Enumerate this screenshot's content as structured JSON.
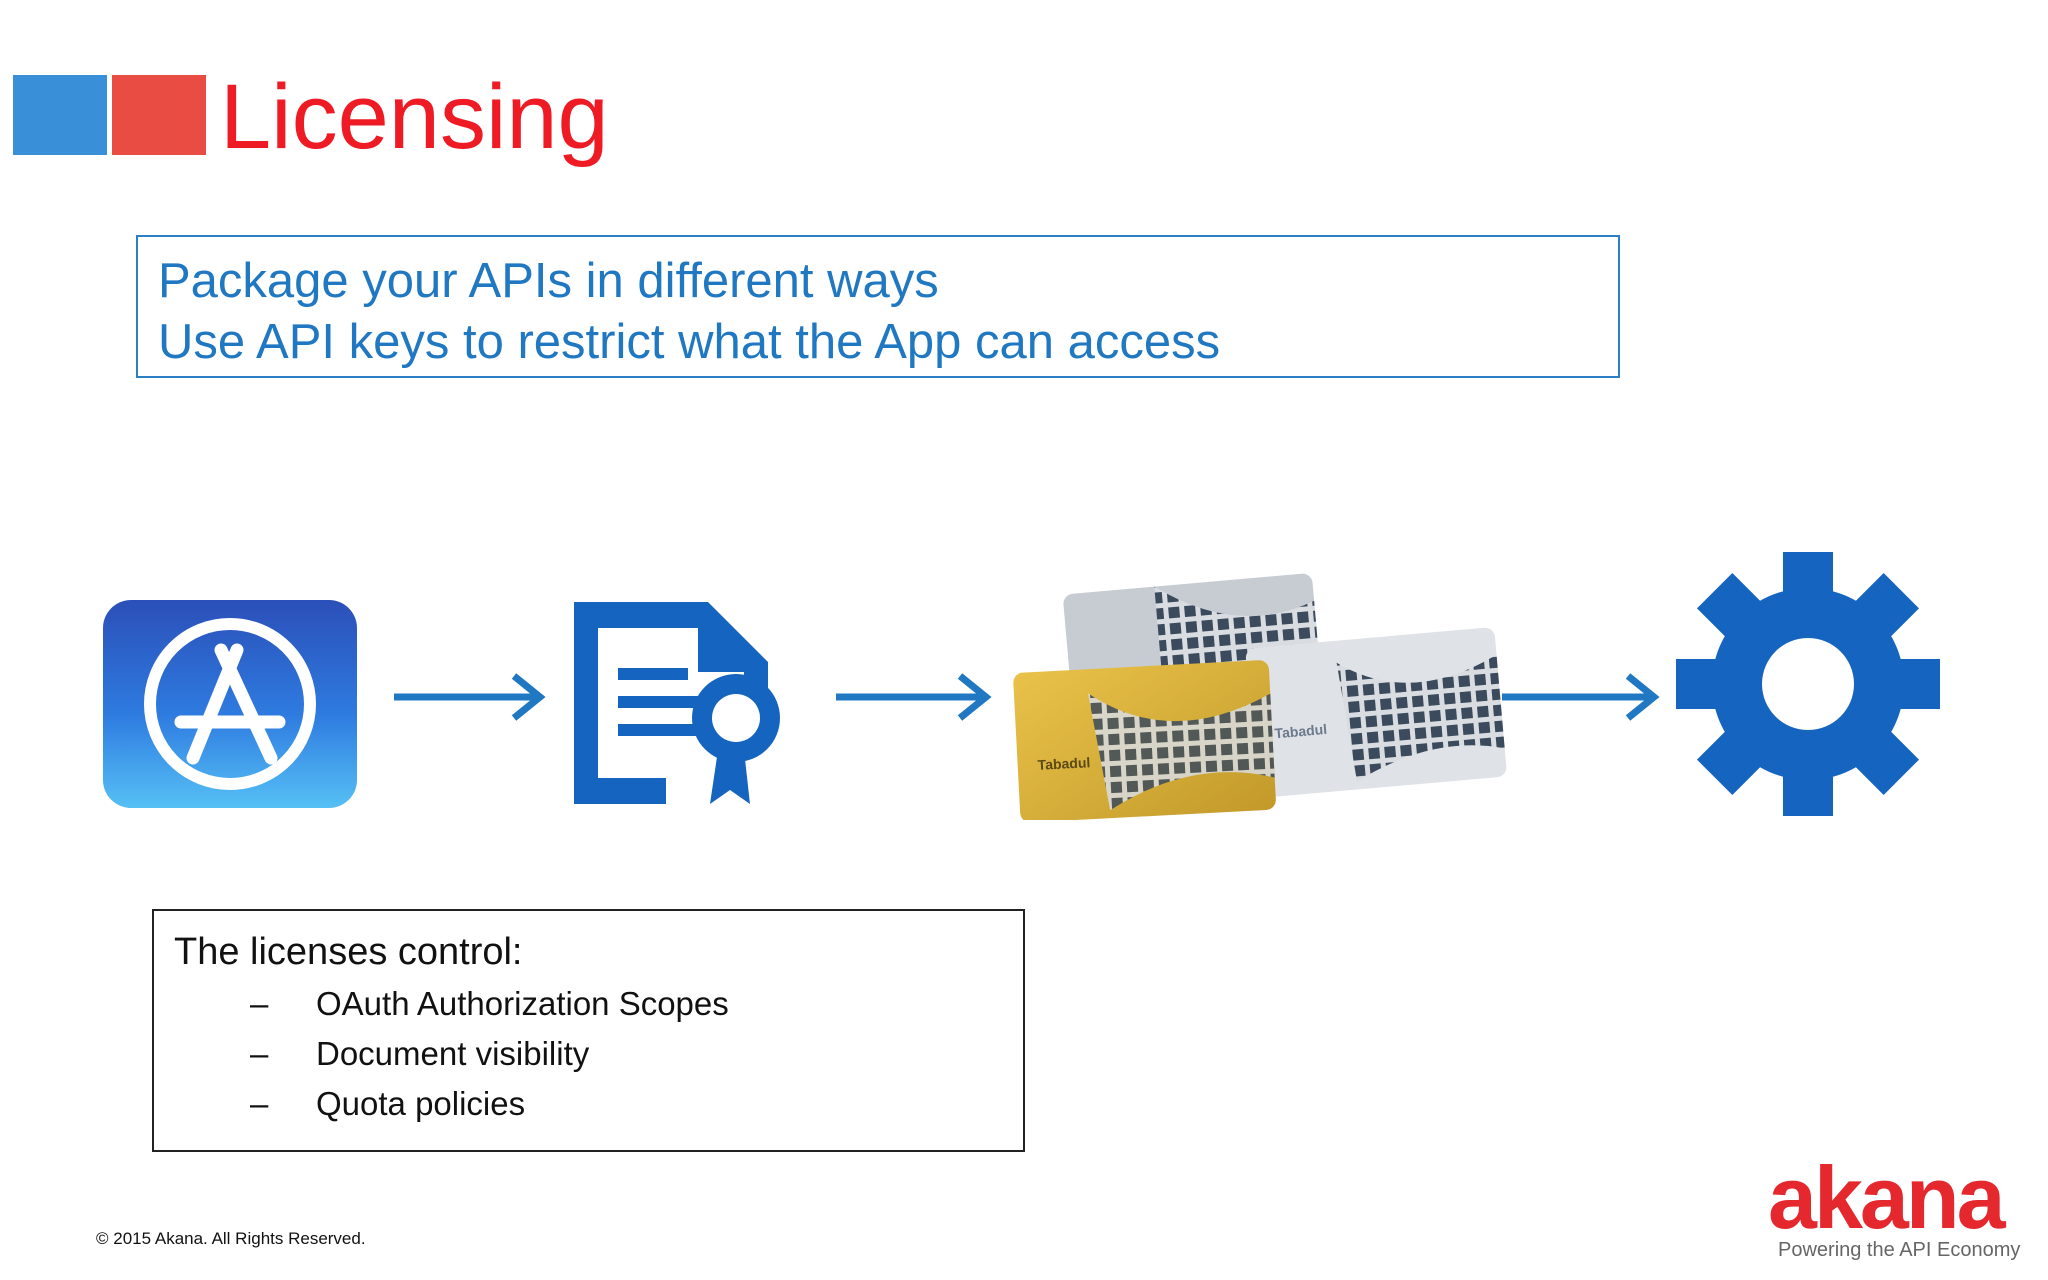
{
  "title": "Licensing",
  "colors": {
    "accent_red": "#ee1b24",
    "accent_blue": "#1f78c1",
    "icon_blue": "#1565c0"
  },
  "intro": {
    "line1": "Package your APIs in different ways",
    "line2": "Use API keys to restrict what the App can access"
  },
  "flow": {
    "icons": [
      "app-store-icon",
      "license-certificate-icon",
      "api-key-cards-icon",
      "gear-icon"
    ],
    "card_brand": "Tabadul"
  },
  "licenses": {
    "heading": "The licenses control:",
    "dash": "–",
    "items": [
      "OAuth Authorization Scopes",
      "Document visibility",
      "Quota policies"
    ]
  },
  "footer": {
    "copyright": "© 2015 Akana. All Rights Reserved."
  },
  "brand": {
    "logo": "akana",
    "tagline": "Powering the API Economy"
  }
}
